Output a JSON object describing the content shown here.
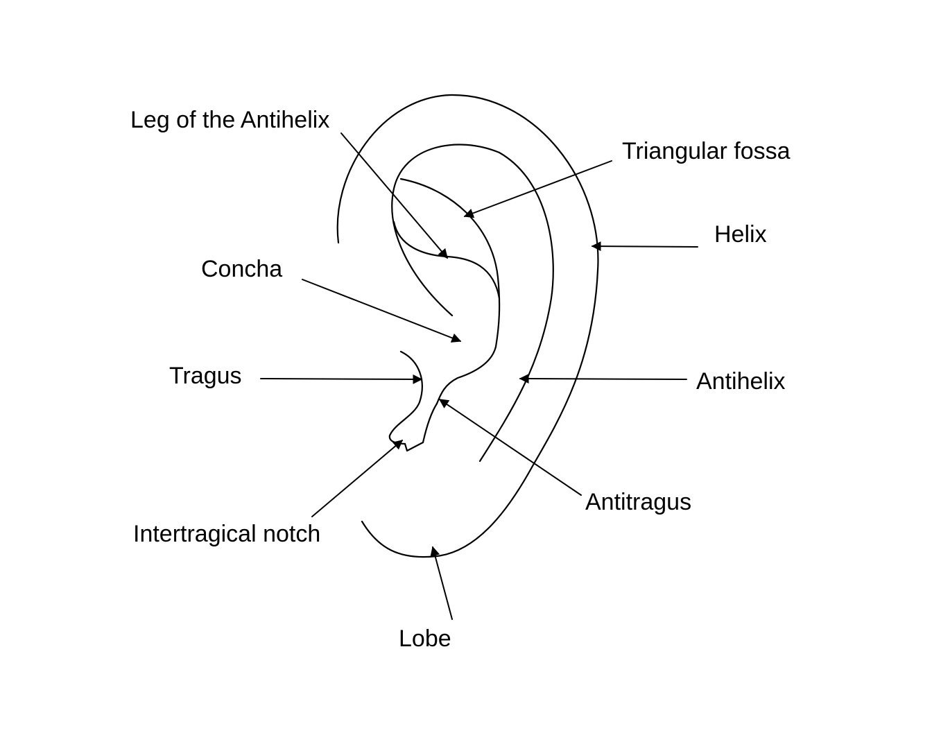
{
  "diagram": {
    "labels": {
      "leg_of_antihelix": "Leg of the Antihelix",
      "triangular_fossa": "Triangular fossa",
      "helix": "Helix",
      "concha": "Concha",
      "tragus": "Tragus",
      "antihelix": "Antihelix",
      "antitragus": "Antitragus",
      "intertragical_notch": "Intertragical notch",
      "lobe": "Lobe"
    },
    "colors": {
      "stroke": "#000000",
      "background": "#ffffff"
    }
  }
}
